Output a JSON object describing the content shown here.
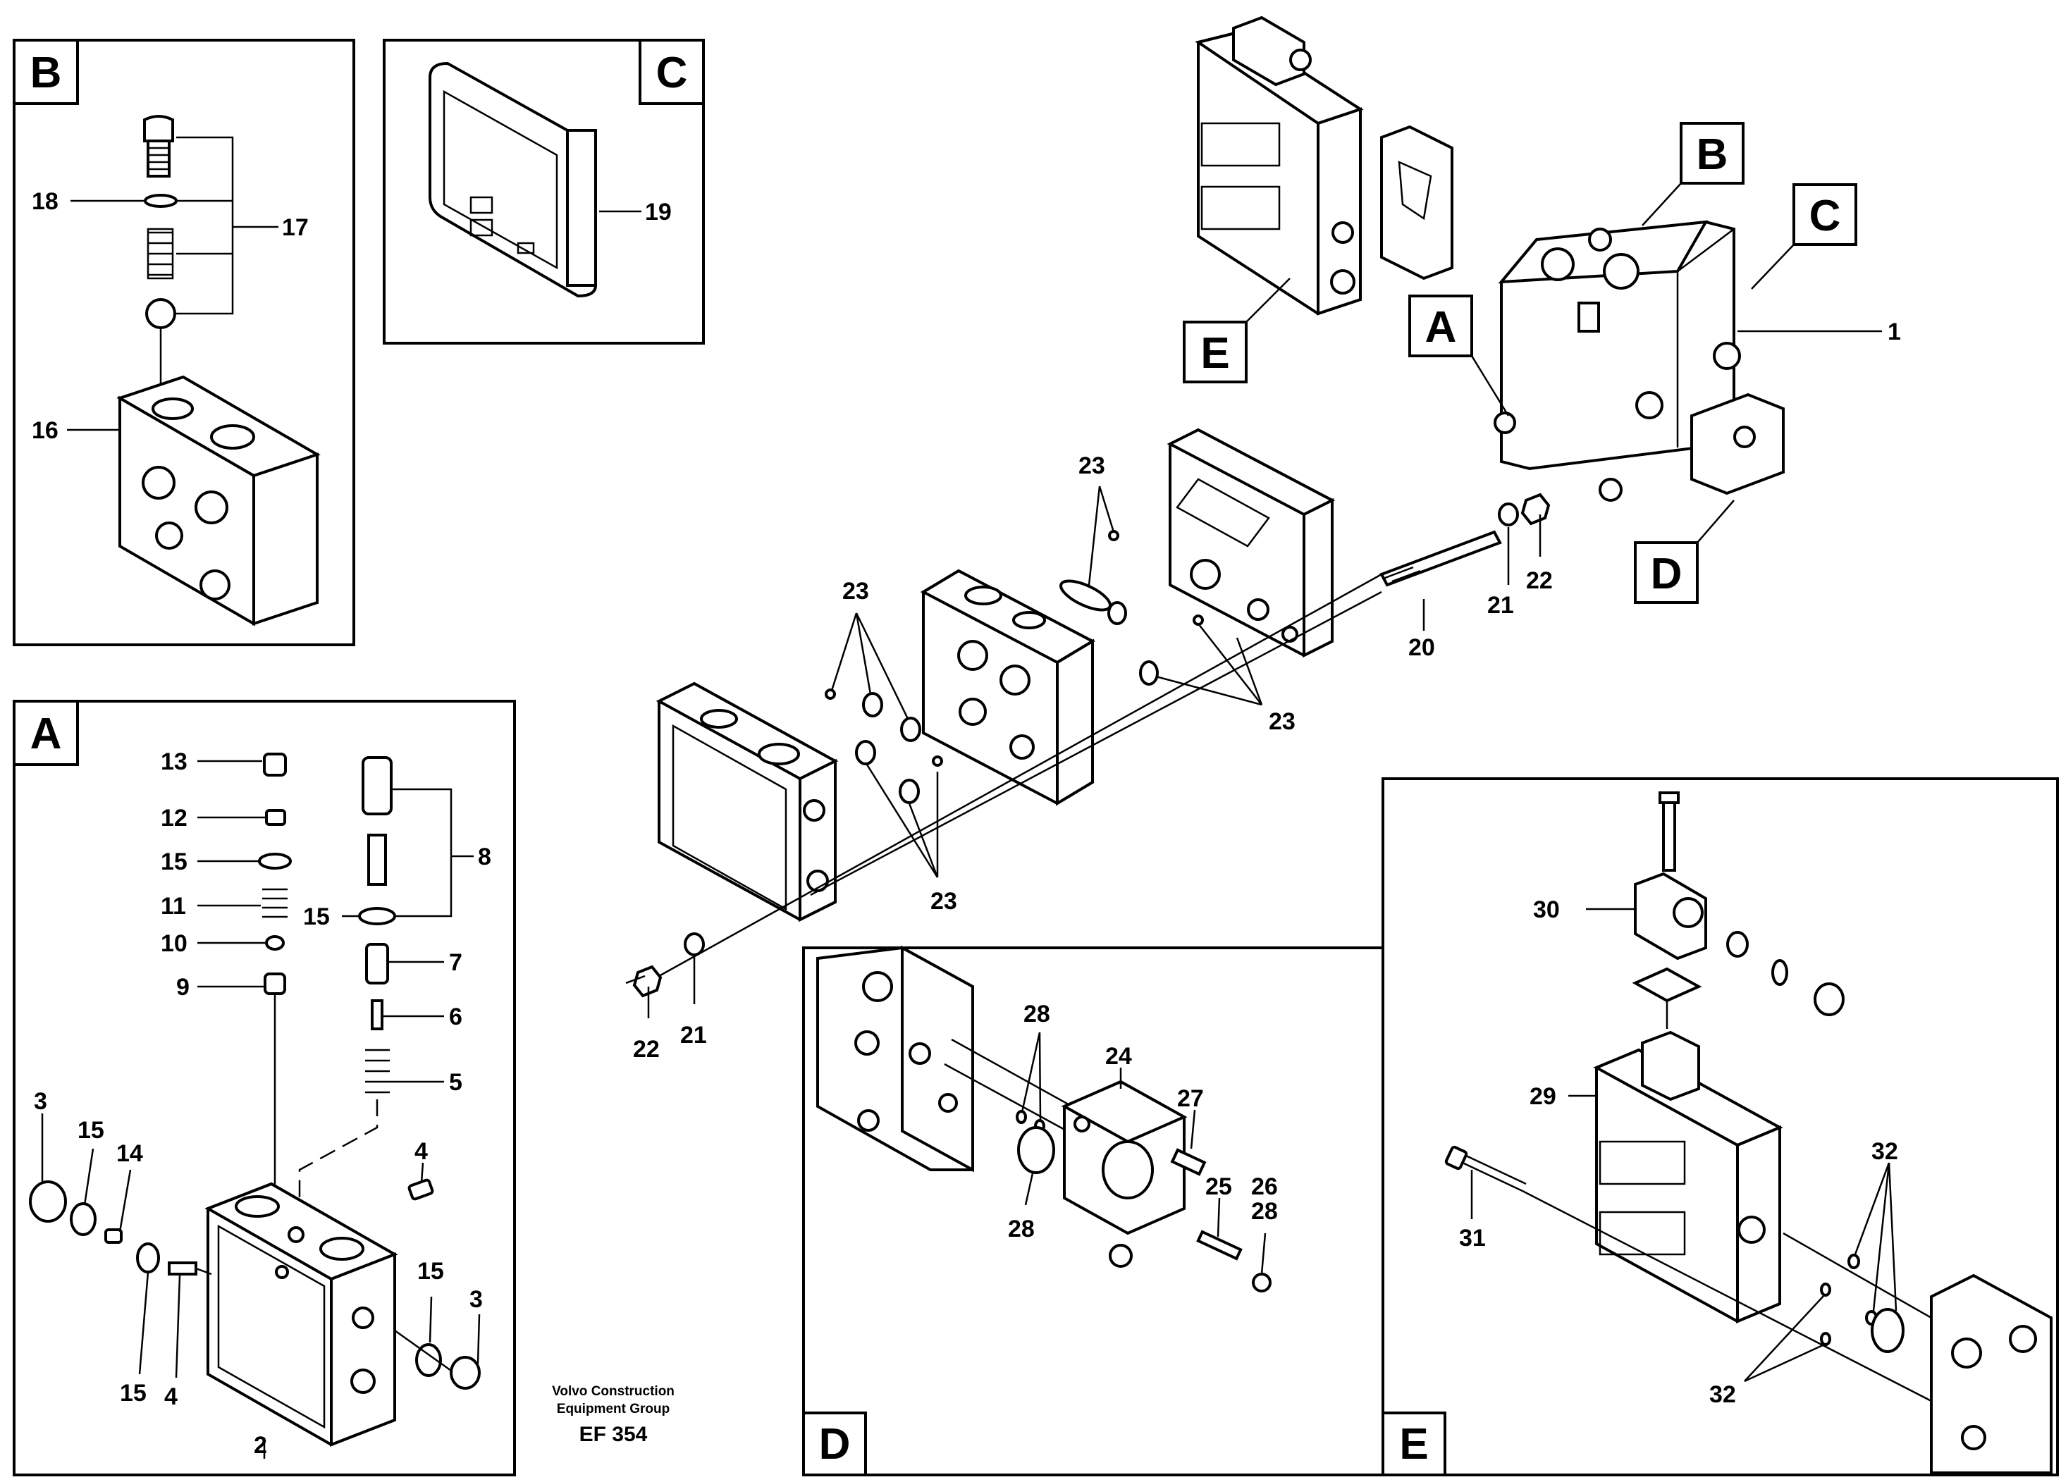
{
  "panels": {
    "B": "B",
    "C": "C",
    "A": "A",
    "D": "D",
    "E": "E"
  },
  "callouts": {
    "main_A": "A",
    "main_B": "B",
    "main_C": "C",
    "main_D": "D",
    "main_E": "E"
  },
  "part_numbers": {
    "p1": "1",
    "p2": "2",
    "p3a": "3",
    "p3b": "3",
    "p4a": "4",
    "p4b": "4",
    "p5": "5",
    "p6": "6",
    "p7": "7",
    "p8": "8",
    "p9": "9",
    "p10": "10",
    "p11": "11",
    "p12": "12",
    "p13": "13",
    "p14": "14",
    "p15a": "15",
    "p15b": "15",
    "p15c": "15",
    "p15d": "15",
    "p15e": "15",
    "p16": "16",
    "p17": "17",
    "p18": "18",
    "p19": "19",
    "p20": "20",
    "p21a": "21",
    "p21b": "21",
    "p22a": "22",
    "p22b": "22",
    "p23a": "23",
    "p23b": "23",
    "p23c": "23",
    "p23d": "23",
    "p24": "24",
    "p25": "25",
    "p26": "26",
    "p27": "27",
    "p28a": "28",
    "p28b": "28",
    "p28c": "28",
    "p29": "29",
    "p30": "30",
    "p31": "31",
    "p32a": "32",
    "p32b": "32"
  },
  "credit": {
    "line1": "Volvo Construction",
    "line2": "Equipment Group",
    "code": "EF 354"
  }
}
